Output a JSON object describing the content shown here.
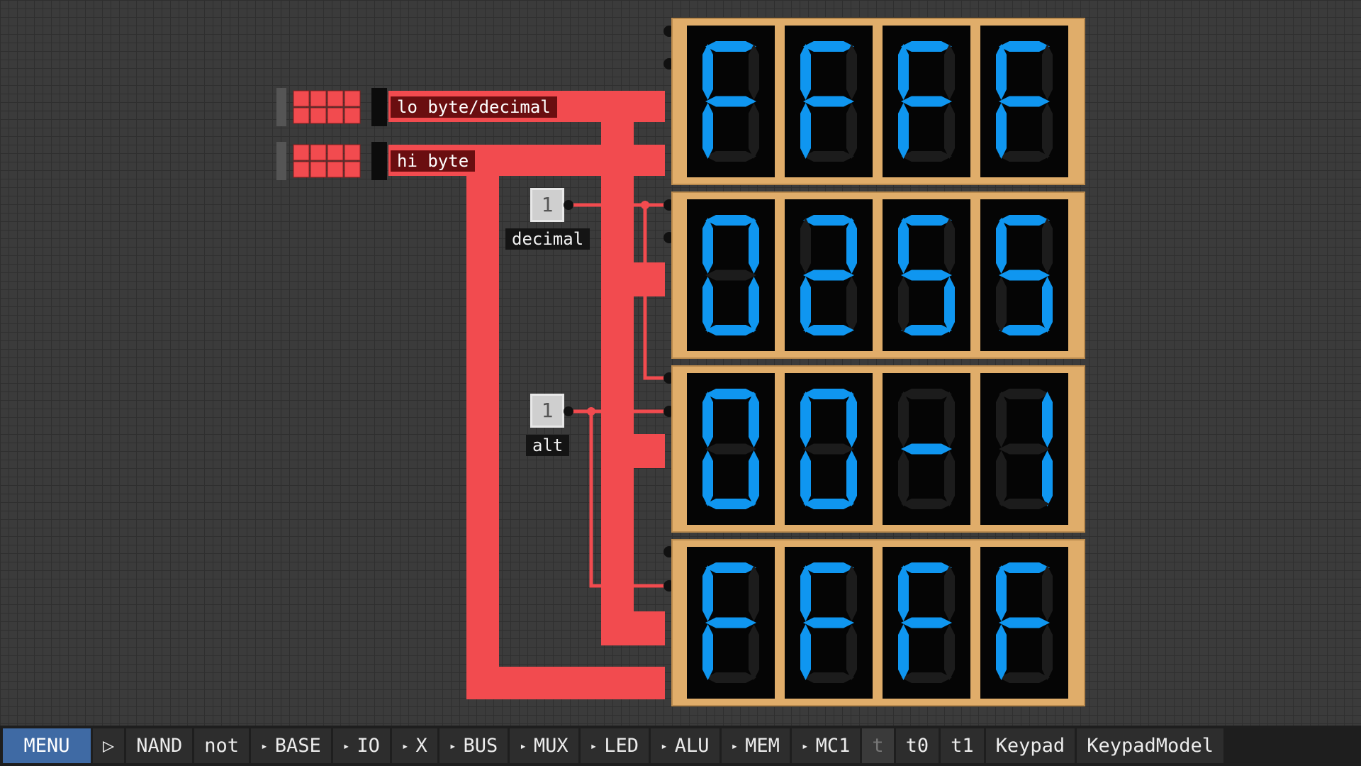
{
  "inputs": [
    {
      "label": "lo byte/decimal"
    },
    {
      "label": "hi byte"
    }
  ],
  "constants": [
    {
      "value": "1",
      "label": "decimal"
    },
    {
      "value": "1",
      "label": "alt"
    }
  ],
  "displays": [
    {
      "digits": [
        "F",
        "F",
        "F",
        "F"
      ]
    },
    {
      "digits": [
        "0",
        "2",
        "5",
        "5"
      ]
    },
    {
      "digits": [
        "0",
        "0",
        "-",
        "1"
      ]
    },
    {
      "digits": [
        "F",
        "F",
        "F",
        "F"
      ]
    }
  ],
  "colors": {
    "wire": "#f24b4f",
    "segment_on": "#0f96f0",
    "segment_off": "#1c1c1c",
    "display_frame": "#e0ad6a",
    "menu_active": "#3f6aa4"
  },
  "toolbar": {
    "items": [
      {
        "label": "MENU",
        "active": true
      },
      {
        "label": "▷"
      },
      {
        "label": "NAND"
      },
      {
        "label": "not"
      },
      {
        "label": "BASE",
        "arrow": true
      },
      {
        "label": "IO",
        "arrow": true
      },
      {
        "label": "X",
        "arrow": true
      },
      {
        "label": "BUS",
        "arrow": true
      },
      {
        "label": "MUX",
        "arrow": true
      },
      {
        "label": "LED",
        "arrow": true
      },
      {
        "label": "ALU",
        "arrow": true
      },
      {
        "label": "MEM",
        "arrow": true
      },
      {
        "label": "MC1",
        "arrow": true
      },
      {
        "label": "t",
        "dim": true
      },
      {
        "label": "t0"
      },
      {
        "label": "t1"
      },
      {
        "label": "Keypad"
      },
      {
        "label": "KeypadModel"
      }
    ]
  }
}
